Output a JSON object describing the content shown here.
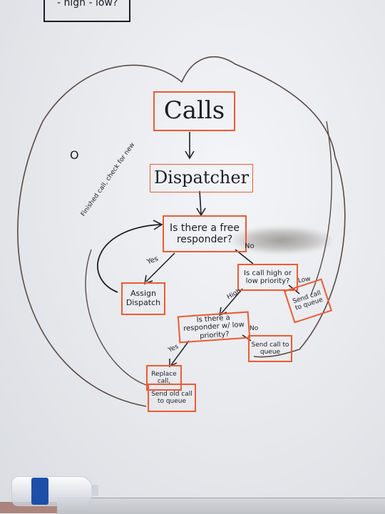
{
  "top_note": "- high - low?",
  "boxes": {
    "calls": "Calls",
    "dispatcher": "Dispatcher",
    "free_responder": "Is there a free responder?",
    "assign_dispatch": "Assign Dispatch",
    "call_priority": "Is call high or low priority?",
    "send_call_queue_1": "Send call to queue",
    "low_priority_responder": "Is there a responder w/ low priority?",
    "send_call_queue_2": "Send call to queue",
    "replace_call": "Replace call,",
    "send_old_call": "Send old call to queue"
  },
  "labels": {
    "yes_1": "Yes",
    "no_1": "No",
    "high": "High",
    "low": "Low",
    "yes_2": "Yes",
    "no_2": "No",
    "finished_call": "Finished call, check for new"
  },
  "stray_mark": "O",
  "colors": {
    "box_border": "#ee5a33",
    "ink": "#1b1e26",
    "loop_ink": "#5a4a44"
  }
}
